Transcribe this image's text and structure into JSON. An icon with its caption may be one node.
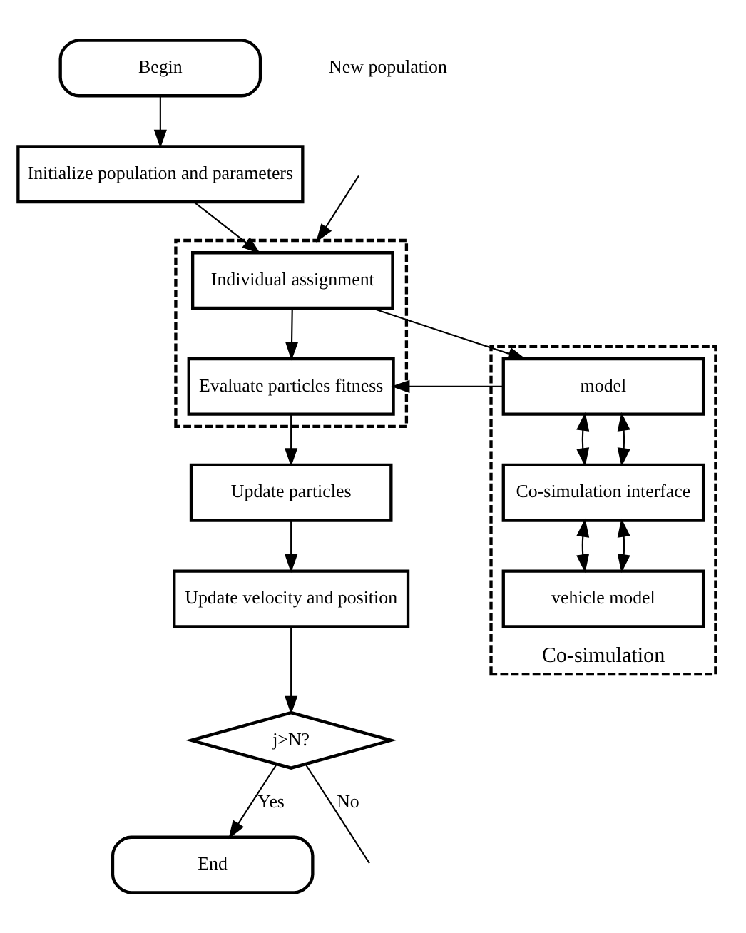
{
  "diagram": {
    "nodes": [
      {
        "text": [
          "Begin"
        ]
      },
      {
        "text": [
          "Initialize population and parameters"
        ]
      },
      {
        "text": [],
        "shape": "box"
      },
      {
        "text": [
          "Individual assignment"
        ],
        "in": 2
      },
      {
        "text": [
          "Evaluate particles fitness"
        ],
        "in": 2
      },
      {
        "text": [
          "Co-simulation"
        ]
      },
      {
        "text": [
          "model"
        ],
        "in": 5
      },
      {
        "text": [
          "Co-simulation interface"
        ],
        "in": 5
      },
      {
        "text": [
          "vehicle model"
        ],
        "in": 5
      },
      {
        "text": [
          "Update particles"
        ]
      },
      {
        "text": [
          "Update velocity and position"
        ]
      },
      {
        "text": [
          "j>N?"
        ]
      },
      {
        "text": [
          "End"
        ]
      }
    ],
    "edges": [
      {
        "from": 0,
        "to": 1,
        "arrow": "to"
      },
      {
        "from": 1,
        "to": 3,
        "arrow": "to"
      },
      {
        "from": 3,
        "to": 6,
        "arrow": "to"
      },
      {
        "from": 6,
        "to": 4,
        "arrow": "to"
      },
      {
        "from": 3,
        "to": 4,
        "arrow": "to"
      },
      {
        "from": 4,
        "to": 9,
        "arrow": "to"
      },
      {
        "from": 9,
        "to": 10,
        "arrow": "to"
      },
      {
        "from": 10,
        "to": 11,
        "arrow": "to"
      },
      {
        "from": 11,
        "to": 12,
        "arrow": "to",
        "label": "Yes"
      },
      {
        "from": 11,
        "to": null,
        "arrow": "none",
        "label": "No"
      },
      {
        "from": null,
        "to": 2,
        "arrow": "to"
      },
      {
        "from": 6,
        "to": 7,
        "arrow": "both"
      },
      {
        "from": 6,
        "to": 7,
        "arrow": "both"
      },
      {
        "from": 7,
        "to": 8,
        "arrow": "both"
      },
      {
        "from": 7,
        "to": 8,
        "arrow": "both"
      }
    ],
    "labels": [
      "New population"
    ]
  }
}
